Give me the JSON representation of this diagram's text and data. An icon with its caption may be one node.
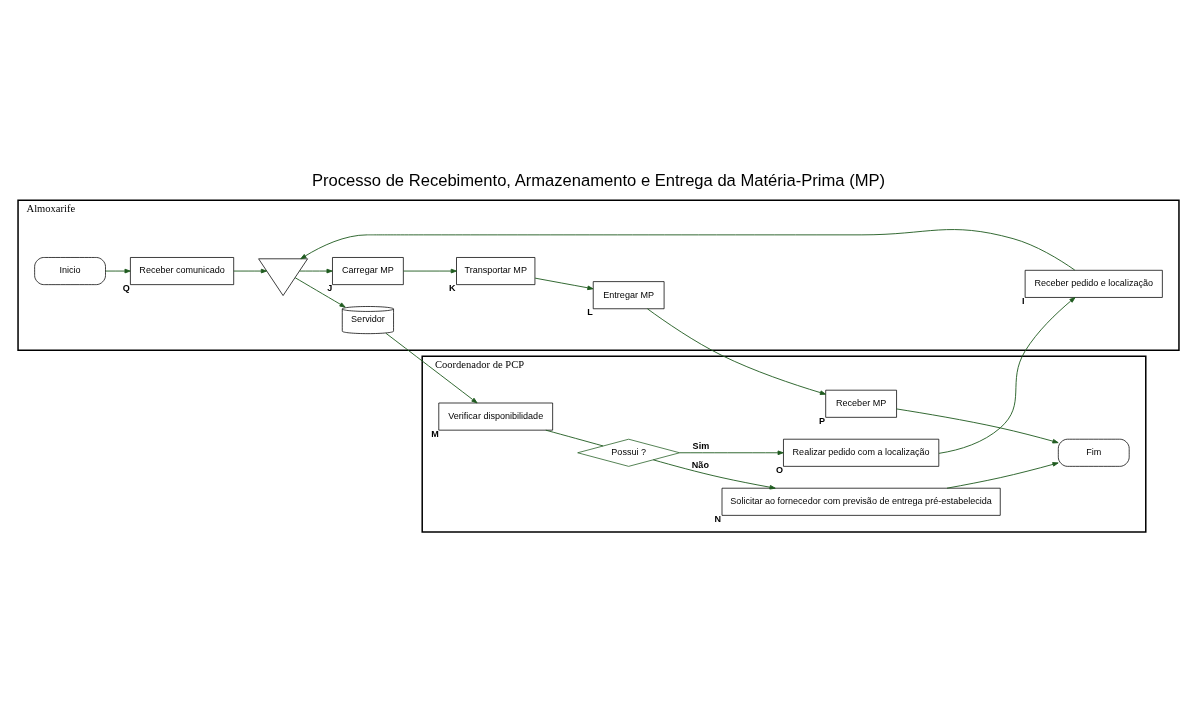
{
  "diagram": {
    "title": "Processo de Recebimento, Armazenamento e Entrega da Matéria-Prima (MP)",
    "nodes": [
      {
        "text": [
          "Almoxarife"
        ]
      },
      {
        "text": [
          "Coordenador de PCP"
        ]
      },
      {
        "text": [
          "Inicio"
        ],
        "in": 0
      },
      {
        "text": [
          "Receber comunicado"
        ],
        "beside": [
          "Q"
        ],
        "in": 0
      },
      {
        "text": [],
        "shape": "triangle",
        "in": 0
      },
      {
        "text": [
          "Carregar MP"
        ],
        "beside": [
          "J"
        ],
        "in": 0
      },
      {
        "text": [
          "Transportar MP"
        ],
        "beside": [
          "K"
        ],
        "in": 0
      },
      {
        "text": [
          "Entregar MP"
        ],
        "beside": [
          "L"
        ],
        "in": 0
      },
      {
        "text": [
          "Servidor"
        ],
        "in": 0
      },
      {
        "text": [
          "Receber pedido e localização"
        ],
        "beside": [
          "I"
        ],
        "in": 0
      },
      {
        "text": [
          "Receber MP"
        ],
        "beside": [
          "P"
        ],
        "in": 1
      },
      {
        "text": [
          "Verificar disponibilidade"
        ],
        "beside": [
          "M"
        ],
        "in": 1
      },
      {
        "text": [
          "Possui ?"
        ],
        "in": 1
      },
      {
        "text": [
          "Realizar pedido com a localização"
        ],
        "beside": [
          "O"
        ],
        "in": 1
      },
      {
        "text": [
          "Solicitar ao fornecedor com previsão de entrega pré-estabelecida"
        ],
        "beside": [
          "N"
        ],
        "in": 1
      },
      {
        "text": [
          "Fim"
        ],
        "in": 1
      }
    ],
    "edges": [
      {
        "from": 2,
        "to": 3,
        "arrow": "to"
      },
      {
        "from": 3,
        "to": 4,
        "arrow": "to"
      },
      {
        "from": 4,
        "to": 5,
        "arrow": "to"
      },
      {
        "from": 5,
        "to": 6,
        "arrow": "to"
      },
      {
        "from": 6,
        "to": 7,
        "arrow": "to"
      },
      {
        "from": 7,
        "to": 10,
        "arrow": "to"
      },
      {
        "from": 4,
        "to": 8,
        "arrow": "to"
      },
      {
        "from": 9,
        "to": 4,
        "arrow": "to"
      },
      {
        "from": 8,
        "to": 11,
        "arrow": "to"
      },
      {
        "from": 11,
        "to": 12,
        "arrow": "none"
      },
      {
        "from": 12,
        "to": 13,
        "label": "Sim",
        "arrow": "to"
      },
      {
        "from": 12,
        "to": 14,
        "label": "Não",
        "arrow": "to"
      },
      {
        "from": 13,
        "to": 9,
        "arrow": "to"
      },
      {
        "from": 10,
        "to": 15,
        "arrow": "to"
      },
      {
        "from": 14,
        "to": 15,
        "arrow": "to"
      }
    ]
  }
}
